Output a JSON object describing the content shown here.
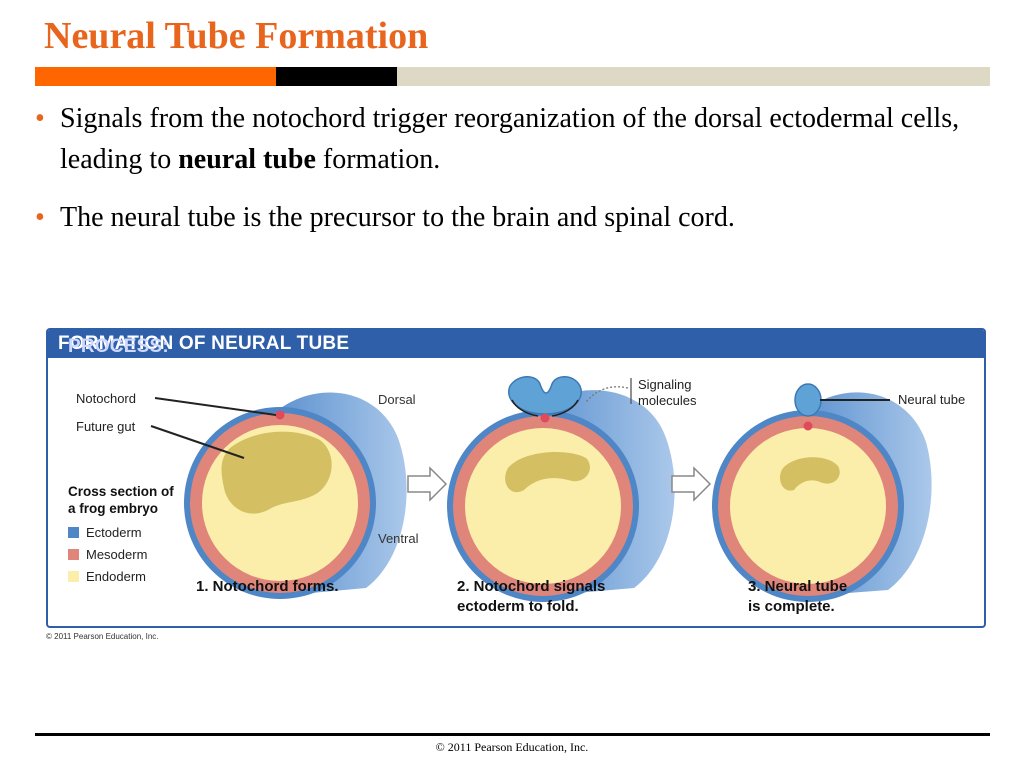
{
  "slide": {
    "title": "Neural Tube Formation",
    "title_color": "#e8651e",
    "bar_colors": [
      "#ff6600",
      "#000000",
      "#ddd9c4"
    ],
    "bullets": [
      {
        "text_before": "Signals from the notochord trigger reorganization of the dorsal ectodermal cells, leading to ",
        "bold": "neural tube",
        "text_after": " formation."
      },
      {
        "text": "The neural tube is the precursor to the brain and spinal cord."
      }
    ],
    "bullet_glyph": "•"
  },
  "figure": {
    "header_process": "PROCESS:",
    "header_title": "FORMATION OF NEURAL TUBE",
    "labels": {
      "notochord": "Notochord",
      "future_gut": "Future gut",
      "dorsal": "Dorsal",
      "ventral": "Ventral",
      "signaling_1": "Signaling",
      "signaling_2": "molecules",
      "neural_tube": "Neural tube"
    },
    "legend": {
      "title_1": "Cross section of",
      "title_2": "a frog embryo",
      "items": [
        {
          "label": "Ectoderm",
          "color": "#4e86c6"
        },
        {
          "label": "Mesoderm",
          "color": "#e0857a"
        },
        {
          "label": "Endoderm",
          "color": "#faeeaa"
        }
      ]
    },
    "steps": [
      {
        "line1": "1. Notochord forms.",
        "line2": ""
      },
      {
        "line1": "2. Notochord signals",
        "line2": "ectoderm to fold."
      },
      {
        "line1": "3. Neural tube",
        "line2": "is complete."
      }
    ],
    "copyright": "© 2011 Pearson Education, Inc."
  },
  "footer": {
    "text": "© 2011 Pearson Education, Inc."
  }
}
